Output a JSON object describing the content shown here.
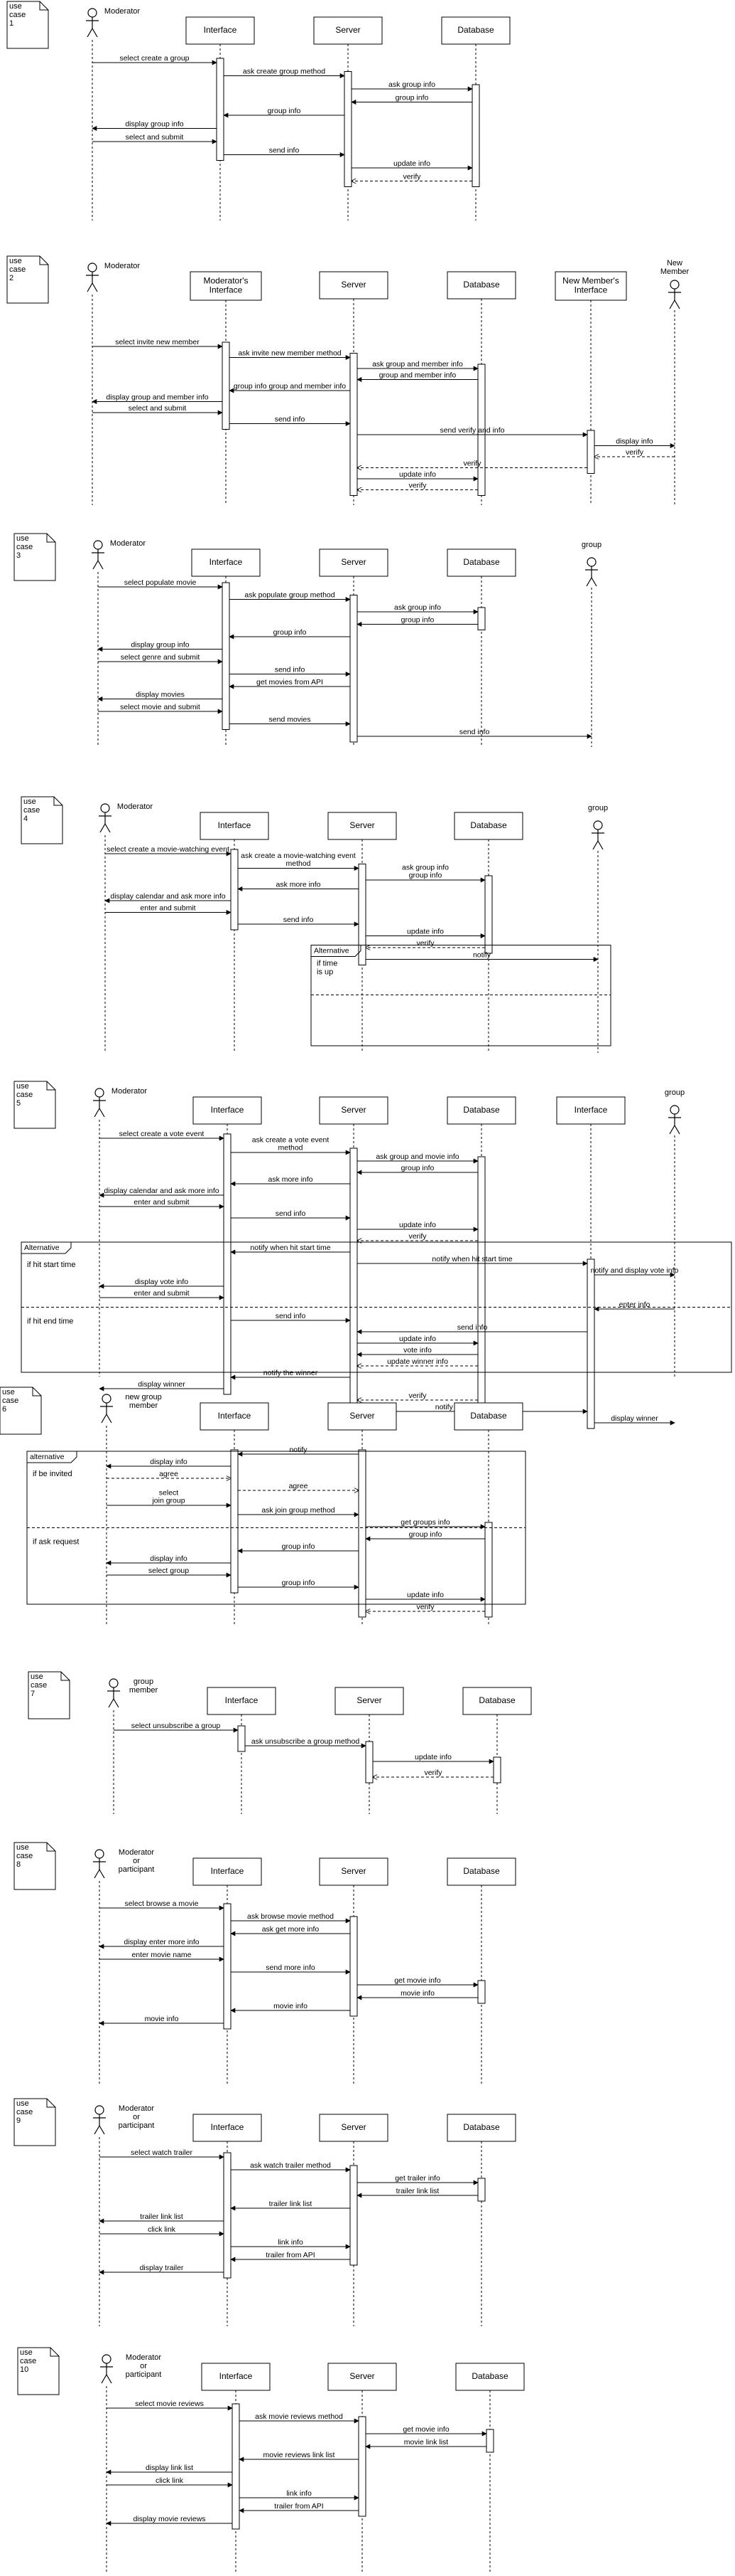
{
  "cases": [
    {
      "label": "use\ncase\n1",
      "actor": "Moderator",
      "participants": [
        "Interface",
        "Server",
        "Database"
      ],
      "messages": [
        {
          "from": 0,
          "to": 1,
          "text": "select create a group"
        },
        {
          "from": 1,
          "to": 2,
          "text": "ask create group method"
        },
        {
          "from": 2,
          "to": 3,
          "text": "ask group info"
        },
        {
          "from": 3,
          "to": 2,
          "text": "group info"
        },
        {
          "from": 2,
          "to": 1,
          "text": "group info"
        },
        {
          "from": 1,
          "to": 0,
          "text": "display group info"
        },
        {
          "from": 0,
          "to": 1,
          "text": "select and submit"
        },
        {
          "from": 1,
          "to": 2,
          "text": "send info"
        },
        {
          "from": 2,
          "to": 3,
          "text": "update info"
        },
        {
          "from": 3,
          "to": 2,
          "text": "verify",
          "dashed": true
        }
      ]
    },
    {
      "label": "use\ncase\n2",
      "actor": "Moderator",
      "participants": [
        "Moderator's\nInterface",
        "Server",
        "Database",
        "New Member's\nInterface"
      ],
      "extra_actor": "New\nMember",
      "messages": [
        {
          "from": 0,
          "to": 1,
          "text": "select invite new member"
        },
        {
          "from": 1,
          "to": 2,
          "text": "ask invite new member method"
        },
        {
          "from": 2,
          "to": 3,
          "text": "ask group and member info"
        },
        {
          "from": 3,
          "to": 2,
          "text": "group and member info"
        },
        {
          "from": 2,
          "to": 1,
          "text": "group info group and member info"
        },
        {
          "from": 1,
          "to": 0,
          "text": "display group and member info"
        },
        {
          "from": 0,
          "to": 1,
          "text": "select and submit"
        },
        {
          "from": 1,
          "to": 2,
          "text": "send info"
        },
        {
          "from": 2,
          "to": 4,
          "text": "send verify and info"
        },
        {
          "from": 4,
          "to": 5,
          "text": "display info"
        },
        {
          "from": 5,
          "to": 4,
          "text": "verify",
          "dashed": true
        },
        {
          "from": 4,
          "to": 2,
          "text": "verify",
          "dashed": true
        },
        {
          "from": 2,
          "to": 3,
          "text": "update info"
        },
        {
          "from": 3,
          "to": 2,
          "text": "verify",
          "dashed": true
        }
      ]
    },
    {
      "label": "use\ncase\n3",
      "actor": "Moderator",
      "participants": [
        "Interface",
        "Server",
        "Database"
      ],
      "extra_actor": "group",
      "messages": [
        {
          "from": 0,
          "to": 1,
          "text": "select populate movie"
        },
        {
          "from": 1,
          "to": 2,
          "text": "ask populate group method"
        },
        {
          "from": 2,
          "to": 3,
          "text": "ask group info"
        },
        {
          "from": 3,
          "to": 2,
          "text": "group info"
        },
        {
          "from": 2,
          "to": 1,
          "text": "group info"
        },
        {
          "from": 1,
          "to": 0,
          "text": "display group info"
        },
        {
          "from": 0,
          "to": 1,
          "text": "select genre and submit"
        },
        {
          "from": 1,
          "to": 2,
          "text": "send info"
        },
        {
          "from": 2,
          "to": 1,
          "text": "get movies from API"
        },
        {
          "from": 1,
          "to": 0,
          "text": "display movies"
        },
        {
          "from": 0,
          "to": 1,
          "text": "select movie and submit"
        },
        {
          "from": 1,
          "to": 2,
          "text": "send movies"
        },
        {
          "from": 2,
          "to": 4,
          "text": "send info"
        }
      ]
    },
    {
      "label": "use\ncase\n4",
      "actor": "Moderator",
      "participants": [
        "Interface",
        "Server",
        "Database"
      ],
      "extra_actor": "group",
      "messages": [
        {
          "from": 0,
          "to": 1,
          "text": "select create a movie-watching event"
        },
        {
          "from": 1,
          "to": 2,
          "text": "ask create a movie-watching event\nmethod"
        },
        {
          "from": 2,
          "to": 3,
          "text": "ask group info\ngroup info"
        },
        {
          "from": 2,
          "to": 1,
          "text": "ask more info"
        },
        {
          "from": 1,
          "to": 0,
          "text": "display calendar and ask more info"
        },
        {
          "from": 0,
          "to": 1,
          "text": "enter and submit"
        },
        {
          "from": 1,
          "to": 2,
          "text": "send info"
        },
        {
          "from": 2,
          "to": 3,
          "text": "update info"
        },
        {
          "from": 3,
          "to": 2,
          "text": "verify",
          "dashed": true
        },
        {
          "from": 2,
          "to": 4,
          "text": "notify"
        }
      ],
      "frame": {
        "title": "Alternative",
        "conditions": [
          "if time\nis up"
        ]
      }
    },
    {
      "label": "use\ncase\n5",
      "actor": "Moderator",
      "participants": [
        "Interface",
        "Server",
        "Database",
        "Interface"
      ],
      "extra_actor": "group",
      "messages": [
        {
          "from": 0,
          "to": 1,
          "text": "select create a vote event"
        },
        {
          "from": 1,
          "to": 2,
          "text": "ask create a vote event\nmethod"
        },
        {
          "from": 2,
          "to": 3,
          "text": "ask group and movie info"
        },
        {
          "from": 3,
          "to": 2,
          "text": "group info"
        },
        {
          "from": 2,
          "to": 1,
          "text": "ask more info"
        },
        {
          "from": 1,
          "to": 0,
          "text": "display calendar and ask more info"
        },
        {
          "from": 0,
          "to": 1,
          "text": "enter and submit"
        },
        {
          "from": 1,
          "to": 2,
          "text": "send info"
        },
        {
          "from": 2,
          "to": 3,
          "text": "update info"
        },
        {
          "from": 3,
          "to": 2,
          "text": "verify",
          "dashed": true
        },
        {
          "from": 2,
          "to": 1,
          "text": "notify when hit start time"
        },
        {
          "from": 2,
          "to": 4,
          "text": "notify when hit start time"
        },
        {
          "from": 4,
          "to": 5,
          "text": "notify and display vote info"
        },
        {
          "from": 1,
          "to": 0,
          "text": "display vote info"
        },
        {
          "from": 0,
          "to": 1,
          "text": "enter and submit"
        },
        {
          "from": 5,
          "to": 4,
          "text": "enter info"
        },
        {
          "from": 1,
          "to": 2,
          "text": "send info"
        },
        {
          "from": 4,
          "to": 2,
          "text": "send info"
        },
        {
          "from": 2,
          "to": 3,
          "text": "update info"
        },
        {
          "from": 3,
          "to": 2,
          "text": "vote info"
        },
        {
          "from": 3,
          "to": 2,
          "text": "update winner info",
          "dashed": true
        },
        {
          "from": 2,
          "to": 1,
          "text": "notify the winner"
        },
        {
          "from": 1,
          "to": 0,
          "text": "display winner"
        },
        {
          "from": 3,
          "to": 2,
          "text": "verify",
          "dashed": true
        },
        {
          "from": 2,
          "to": 4,
          "text": "notify when the winner"
        },
        {
          "from": 4,
          "to": 5,
          "text": "display winner"
        }
      ],
      "frame": {
        "title": "Alternative",
        "conditions": [
          "if hit start time",
          "if hit end time"
        ]
      }
    },
    {
      "label": "use\ncase\n6",
      "actor": "new group\nmember",
      "participants": [
        "Interface",
        "Server",
        "Database"
      ],
      "messages": [
        {
          "from": 2,
          "to": 1,
          "text": "notify"
        },
        {
          "from": 1,
          "to": 0,
          "text": "display info"
        },
        {
          "from": 0,
          "to": 1,
          "text": "agree",
          "dashed": true
        },
        {
          "from": 1,
          "to": 2,
          "text": "agree",
          "dashed": true
        },
        {
          "from": 0,
          "to": 1,
          "text": "select\njoin group"
        },
        {
          "from": 1,
          "to": 2,
          "text": "ask join group method"
        },
        {
          "from": 2,
          "to": 3,
          "text": "get groups info"
        },
        {
          "from": 3,
          "to": 2,
          "text": "group info"
        },
        {
          "from": 2,
          "to": 1,
          "text": "group info"
        },
        {
          "from": 1,
          "to": 0,
          "text": "display info"
        },
        {
          "from": 0,
          "to": 1,
          "text": "select group"
        },
        {
          "from": 1,
          "to": 2,
          "text": "group info"
        },
        {
          "from": 2,
          "to": 3,
          "text": "update info"
        },
        {
          "from": 3,
          "to": 2,
          "text": "verify",
          "dashed": true
        }
      ],
      "frame": {
        "title": "alternative",
        "conditions": [
          "if be invited",
          "if ask request"
        ]
      }
    },
    {
      "label": "use\ncase\n7",
      "actor": "group\nmember",
      "participants": [
        "Interface",
        "Server",
        "Database"
      ],
      "messages": [
        {
          "from": 0,
          "to": 1,
          "text": "select unsubscribe a group"
        },
        {
          "from": 1,
          "to": 2,
          "text": "ask unsubscribe a group method"
        },
        {
          "from": 2,
          "to": 3,
          "text": "update info"
        },
        {
          "from": 3,
          "to": 2,
          "text": "verify",
          "dashed": true
        }
      ]
    },
    {
      "label": "use\ncase\n8",
      "actor": "Moderator\nor\nparticipant",
      "participants": [
        "Interface",
        "Server",
        "Database"
      ],
      "messages": [
        {
          "from": 0,
          "to": 1,
          "text": "select browse a movie"
        },
        {
          "from": 1,
          "to": 2,
          "text": "ask browse movie method"
        },
        {
          "from": 2,
          "to": 1,
          "text": "ask get more info"
        },
        {
          "from": 1,
          "to": 0,
          "text": "display enter more info"
        },
        {
          "from": 0,
          "to": 1,
          "text": "enter movie name"
        },
        {
          "from": 1,
          "to": 2,
          "text": "send more info"
        },
        {
          "from": 2,
          "to": 3,
          "text": "get movie info"
        },
        {
          "from": 3,
          "to": 2,
          "text": "movie info"
        },
        {
          "from": 2,
          "to": 1,
          "text": "movie info"
        },
        {
          "from": 1,
          "to": 0,
          "text": "movie info"
        }
      ]
    },
    {
      "label": "use\ncase\n9",
      "actor": "Moderator\nor\nparticipant",
      "participants": [
        "Interface",
        "Server",
        "Database"
      ],
      "messages": [
        {
          "from": 0,
          "to": 1,
          "text": "select watch trailer"
        },
        {
          "from": 1,
          "to": 2,
          "text": "ask watch trailer method"
        },
        {
          "from": 2,
          "to": 3,
          "text": "get trailer info"
        },
        {
          "from": 3,
          "to": 2,
          "text": "trailer link list"
        },
        {
          "from": 2,
          "to": 1,
          "text": "trailer link list"
        },
        {
          "from": 1,
          "to": 0,
          "text": "trailer link list"
        },
        {
          "from": 0,
          "to": 1,
          "text": "click link"
        },
        {
          "from": 1,
          "to": 2,
          "text": "link info"
        },
        {
          "from": 2,
          "to": 1,
          "text": "trailer from API"
        },
        {
          "from": 1,
          "to": 0,
          "text": "display trailer"
        }
      ]
    },
    {
      "label": "use\ncase\n10",
      "actor": "Moderator\nor\nparticipant",
      "participants": [
        "Interface",
        "Server",
        "Database"
      ],
      "messages": [
        {
          "from": 0,
          "to": 1,
          "text": "select movie reviews"
        },
        {
          "from": 1,
          "to": 2,
          "text": "ask movie reviews method"
        },
        {
          "from": 2,
          "to": 3,
          "text": "get movie info"
        },
        {
          "from": 3,
          "to": 2,
          "text": "movie link list"
        },
        {
          "from": 2,
          "to": 1,
          "text": "movie reviews link list"
        },
        {
          "from": 1,
          "to": 0,
          "text": "display link list"
        },
        {
          "from": 0,
          "to": 1,
          "text": "click link"
        },
        {
          "from": 1,
          "to": 2,
          "text": "link info"
        },
        {
          "from": 2,
          "to": 1,
          "text": "trailer from API"
        },
        {
          "from": 1,
          "to": 0,
          "text": "display movie reviews"
        }
      ]
    }
  ]
}
